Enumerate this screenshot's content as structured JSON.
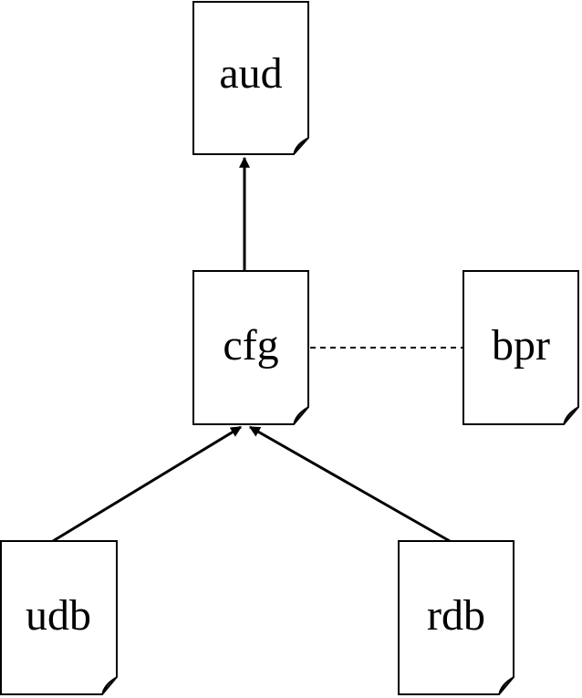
{
  "diagram": {
    "nodes": {
      "aud": "aud",
      "cfg": "cfg",
      "bpr": "bpr",
      "udb": "udb",
      "rdb": "rdb"
    },
    "edges": [
      {
        "from": "cfg",
        "to": "aud",
        "style": "solid",
        "arrow": true
      },
      {
        "from": "udb",
        "to": "cfg",
        "style": "solid",
        "arrow": true
      },
      {
        "from": "rdb",
        "to": "cfg",
        "style": "solid",
        "arrow": true
      },
      {
        "from": "cfg",
        "to": "bpr",
        "style": "dashed",
        "arrow": false
      }
    ]
  }
}
